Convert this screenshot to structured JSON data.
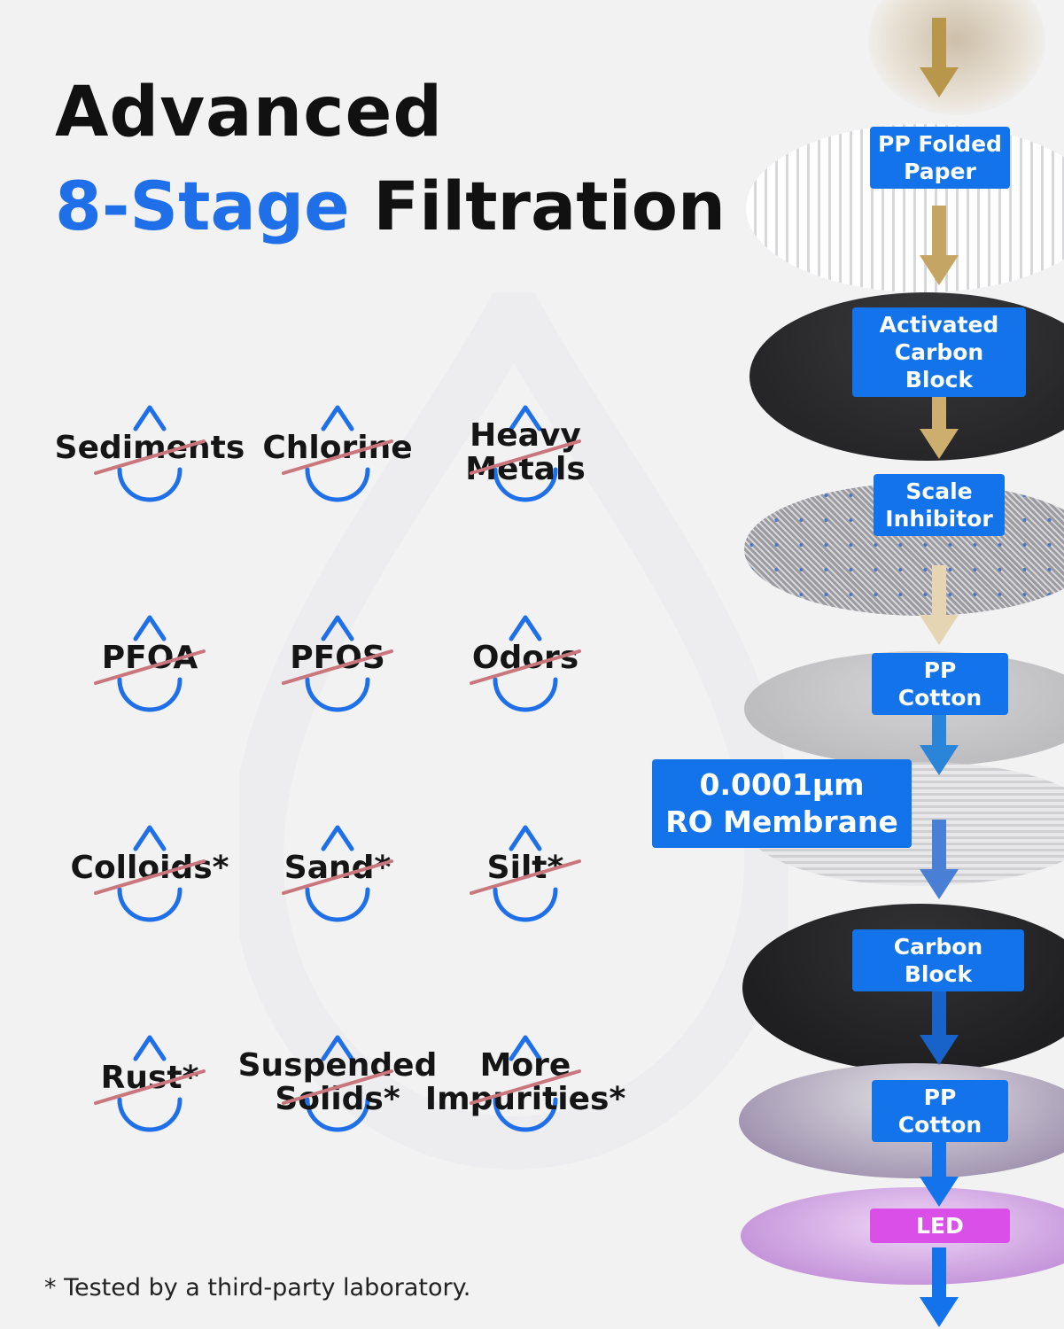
{
  "title": {
    "line1": "Advanced",
    "line2_accent": "8-Stage",
    "line2_rest": " Filtration"
  },
  "contaminants": [
    {
      "lines": [
        "Sediments"
      ]
    },
    {
      "lines": [
        "Chlorine"
      ]
    },
    {
      "lines": [
        "Heavy",
        "Metals"
      ]
    },
    {
      "lines": [
        "PFOA"
      ]
    },
    {
      "lines": [
        "PFOS"
      ]
    },
    {
      "lines": [
        "Odors"
      ]
    },
    {
      "lines": [
        "Colloids*"
      ]
    },
    {
      "lines": [
        "Sand*"
      ]
    },
    {
      "lines": [
        "Silt*"
      ]
    },
    {
      "lines": [
        "Rust*"
      ]
    },
    {
      "lines": [
        "Suspended",
        "Solids*"
      ]
    },
    {
      "lines": [
        "More",
        "Impurities*"
      ]
    }
  ],
  "stages": [
    {
      "label": "PP Folded Paper",
      "line1": "PP Folded",
      "line2": "Paper"
    },
    {
      "label": "Activated Carbon Block",
      "line1": "Activated",
      "line2": "Carbon Block"
    },
    {
      "label": "Scale Inhibitor",
      "line1": "Scale",
      "line2": "Inhibitor"
    },
    {
      "label": "PP Cotton",
      "line1": "PP Cotton"
    },
    {
      "label": "RO Membrane",
      "line1": "0.0001μm",
      "line2": "RO Membrane"
    },
    {
      "label": "Carbon Block",
      "line1": "Carbon Block"
    },
    {
      "label": "PP Cotton",
      "line1": "PP Cotton"
    },
    {
      "label": "LED",
      "line1": "LED"
    }
  ],
  "footnote": "* Tested by a third-party laboratory.",
  "colors": {
    "accent_blue": "#1e6fe8",
    "strike_red": "#c9777c",
    "led_pink": "#d94fe8"
  }
}
